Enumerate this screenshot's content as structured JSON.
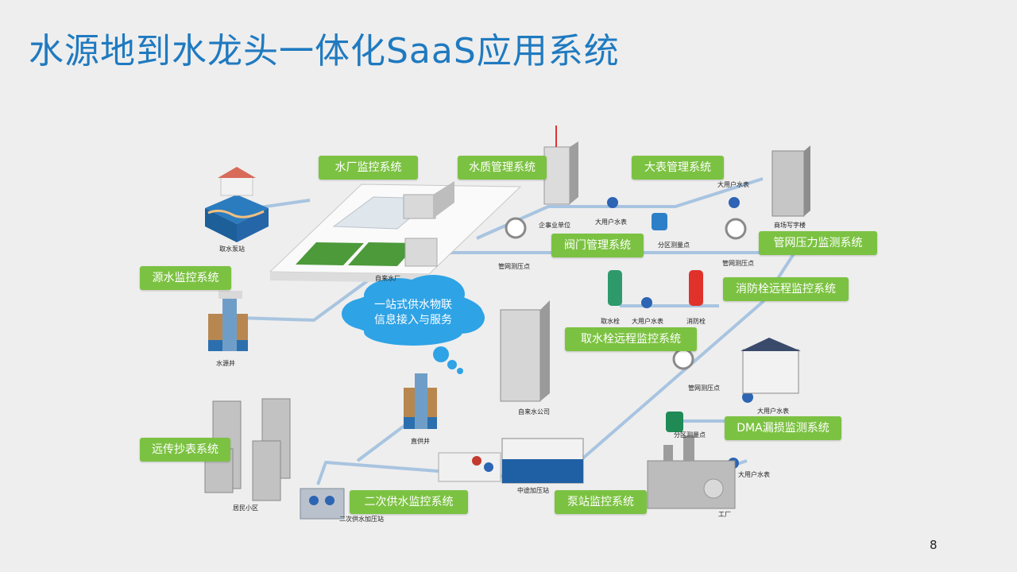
{
  "title": "水源地到水龙头一体化SaaS应用系统",
  "page_number": "8",
  "accent_color": "#1f7ac0",
  "tag_color": "#7cc242",
  "pipe_color": "#a8c4e0",
  "cloud": {
    "line1": "一站式供水物联",
    "line2": "信息接入与服务",
    "color": "#2ea3e6"
  },
  "systems": {
    "water_plant": "水厂监控系统",
    "water_quality": "水质管理系统",
    "large_meter": "大表管理系统",
    "valve": "阀门管理系统",
    "pipe_pressure": "管网压力监测系统",
    "source": "源水监控系统",
    "hydrant_remote": "消防栓远程监控系统",
    "intake_remote": "取水栓远程监控系统",
    "dma": "DMA漏损监测系统",
    "remote_reading": "远传抄表系统",
    "secondary_supply": "二次供水监控系统",
    "pump_station": "泵站监控系统"
  },
  "nodes": {
    "intake_pump": "取水泵站",
    "water_plant": "自来水厂",
    "enterprise": "企事业单位",
    "large_meter_1": "大用户水表",
    "large_meter_2": "大用户水表",
    "large_meter_3": "大用户水表",
    "large_meter_4": "大用户水表",
    "large_meter_5": "大用户水表",
    "district_meter_1": "分区测量点",
    "district_meter_2": "分区测量点",
    "office": "商场写字楼",
    "pressure_1": "管网测压点",
    "pressure_2": "管网测压点",
    "pressure_3": "管网测压点",
    "intake_hydrant": "取水栓",
    "fire_hydrant": "消防栓",
    "well": "水源井",
    "company": "自来水公司",
    "direct_well": "直供井",
    "residential": "居民小区",
    "secondary_station": "二次供水加压站",
    "booster_station": "中途加压站",
    "factory": "工厂"
  }
}
